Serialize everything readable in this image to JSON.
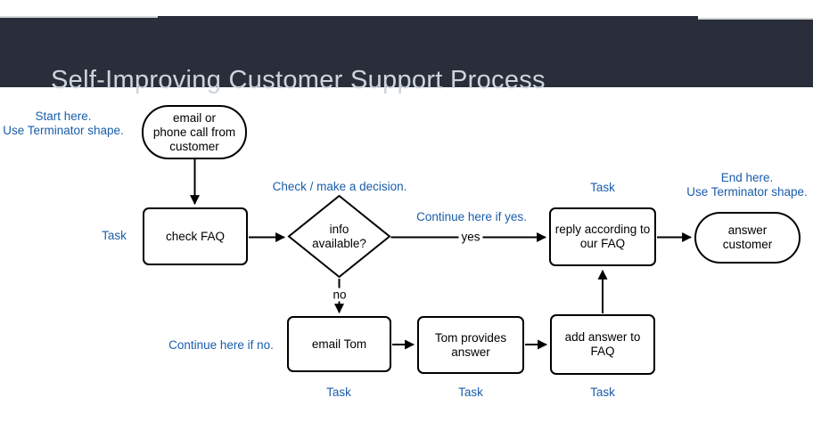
{
  "header": {
    "title": "Self-Improving Customer Support Process"
  },
  "colors": {
    "header_bg": "#2a2e3a",
    "header_text": "#ccd5dc",
    "annotation_blue": "#1a5dab",
    "shape_stroke": "#000000",
    "shape_fill": "#ffffff",
    "page_bg": "#ffffff"
  },
  "nodes": {
    "start": {
      "shape": "terminator",
      "lines": [
        "email or",
        "phone call from",
        "customer"
      ]
    },
    "check_faq": {
      "shape": "process",
      "lines": [
        "check FAQ"
      ]
    },
    "decision": {
      "shape": "decision",
      "lines": [
        "info",
        "available?"
      ]
    },
    "reply_faq": {
      "shape": "process",
      "lines": [
        "reply according to",
        "our FAQ"
      ]
    },
    "end": {
      "shape": "terminator",
      "lines": [
        "answer",
        "customer"
      ]
    },
    "email_tom": {
      "shape": "process",
      "lines": [
        "email Tom"
      ]
    },
    "tom_provides": {
      "shape": "process",
      "lines": [
        "Tom provides",
        "answer"
      ]
    },
    "add_to_faq": {
      "shape": "process",
      "lines": [
        "add answer to",
        "FAQ"
      ]
    }
  },
  "edge_labels": {
    "yes": "yes",
    "no": "no"
  },
  "annotations": {
    "start_note": [
      "Start here.",
      "Use Terminator shape."
    ],
    "task_check": "Task",
    "decision_note": "Check / make a decision.",
    "continue_yes": "Continue here if yes.",
    "task_reply": "Task",
    "end_note": [
      "End here.",
      "Use Terminator shape."
    ],
    "continue_no": "Continue here if no.",
    "task_email": "Task",
    "task_tom": "Task",
    "task_add": "Task"
  }
}
